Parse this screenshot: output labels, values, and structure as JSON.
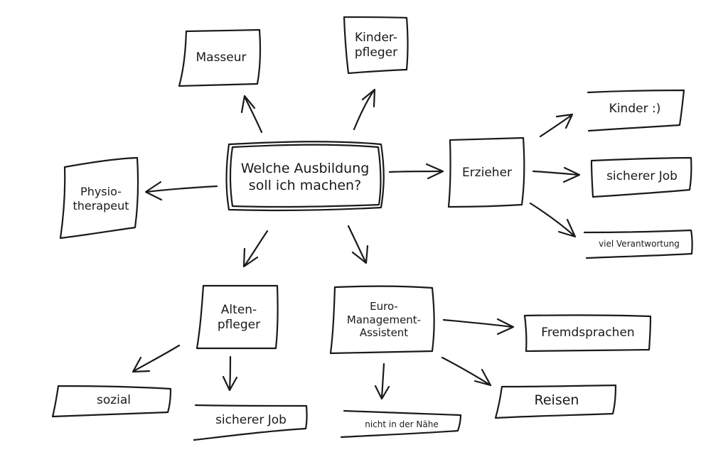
{
  "center": {
    "line1": "Welche Ausbildung",
    "line2": "soll ich machen?"
  },
  "masseur": {
    "text": "Masseur"
  },
  "kinderpfleger": {
    "line1": "Kinder-",
    "line2": "pfleger"
  },
  "physio": {
    "line1": "Physio-",
    "line2": "therapeut"
  },
  "erzieher": {
    "text": "Erzieher"
  },
  "kinder": {
    "text": "Kinder :)"
  },
  "sicherer_job_1": {
    "text": "sicherer Job"
  },
  "verantwortung": {
    "text": "viel Verantwortung"
  },
  "altenpfleger": {
    "line1": "Alten-",
    "line2": "pfleger"
  },
  "euro": {
    "line1": "Euro-",
    "line2": "Management-",
    "line3": "Assistent"
  },
  "sozial": {
    "text": "sozial"
  },
  "sicherer_job_2": {
    "text": "sicherer Job"
  },
  "naehe": {
    "text": "nicht in der Nähe"
  },
  "fremdsprachen": {
    "text": "Fremdsprachen"
  },
  "reisen": {
    "text": "Reisen"
  }
}
